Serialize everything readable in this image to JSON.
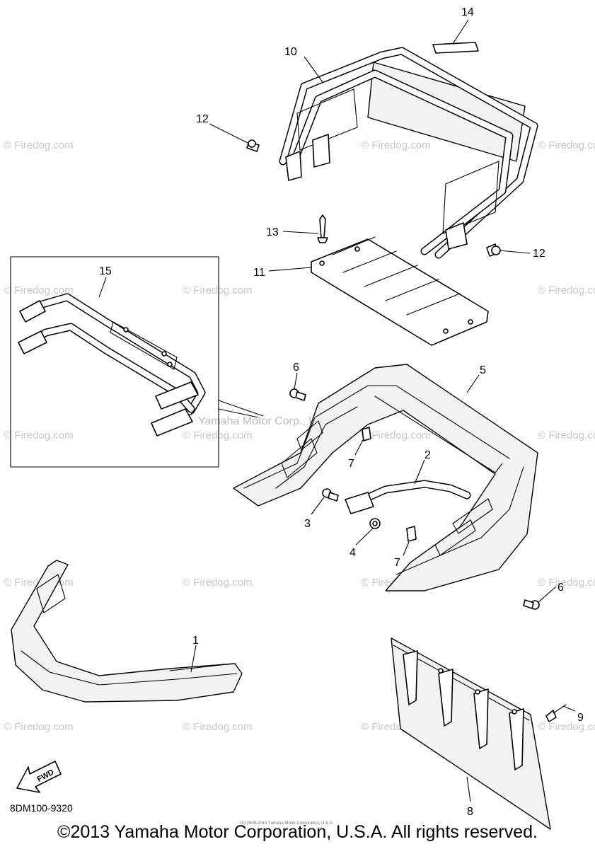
{
  "diagram": {
    "code": "8DM100-9320",
    "copyright": "©2013 Yamaha Motor Corporation, U.S.A. All rights reserved.",
    "fine_print": "(c) 2005-2013 Yamaha Motor Corporation, U.S.A.",
    "center_watermark": "Yamaha Motor Corp., U.S.A.",
    "watermark": "© Firedog.com",
    "fwd_label": "FWD",
    "callouts": {
      "c1": "1",
      "c2": "2",
      "c3": "3",
      "c4": "4",
      "c5": "5",
      "c6a": "6",
      "c6b": "6",
      "c7a": "7",
      "c7b": "7",
      "c8": "8",
      "c9": "9",
      "c10": "10",
      "c11": "11",
      "c12a": "12",
      "c12b": "12",
      "c13": "13",
      "c14": "14",
      "c15": "15"
    }
  }
}
